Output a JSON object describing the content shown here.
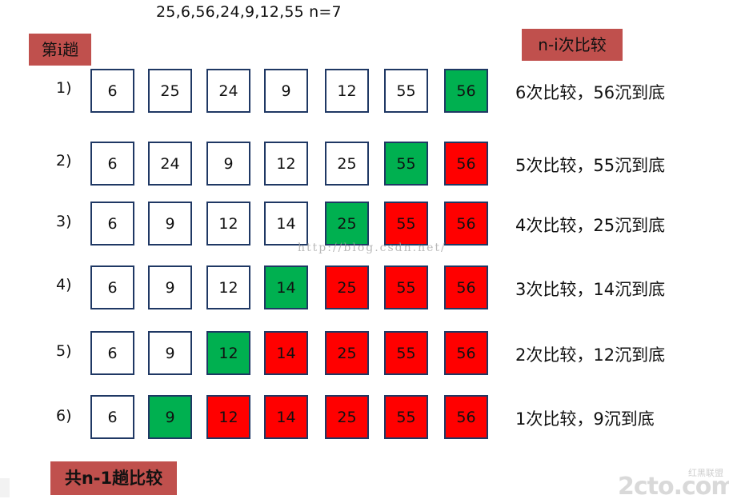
{
  "title": "25,6,56,24,9,12,55  n=7",
  "tag_pass": "第i趟",
  "tag_compare": "n-i次比较",
  "tag_total": "共n-1趟比较",
  "watermark": "http://blog.csdn.net/",
  "brand": {
    "text": "2cto.com",
    "sub": "红黑联盟"
  },
  "colors": {
    "tag": "#c0504d",
    "current": "#00b050",
    "sorted": "#ff0000",
    "border": "#1f3864"
  },
  "rows": [
    {
      "label": "1)",
      "desc": "6次比较，56沉到底",
      "cells": [
        {
          "v": "6",
          "s": ""
        },
        {
          "v": "25",
          "s": ""
        },
        {
          "v": "24",
          "s": ""
        },
        {
          "v": "9",
          "s": ""
        },
        {
          "v": "12",
          "s": ""
        },
        {
          "v": "55",
          "s": ""
        },
        {
          "v": "56",
          "s": "green"
        }
      ]
    },
    {
      "label": "2)",
      "desc": "5次比较，55沉到底",
      "cells": [
        {
          "v": "6",
          "s": ""
        },
        {
          "v": "24",
          "s": ""
        },
        {
          "v": "9",
          "s": ""
        },
        {
          "v": "12",
          "s": ""
        },
        {
          "v": "25",
          "s": ""
        },
        {
          "v": "55",
          "s": "green"
        },
        {
          "v": "56",
          "s": "red"
        }
      ]
    },
    {
      "label": "3)",
      "desc": "4次比较，25沉到底",
      "cells": [
        {
          "v": "6",
          "s": ""
        },
        {
          "v": "9",
          "s": ""
        },
        {
          "v": "12",
          "s": ""
        },
        {
          "v": "14",
          "s": ""
        },
        {
          "v": "25",
          "s": "green"
        },
        {
          "v": "55",
          "s": "red"
        },
        {
          "v": "56",
          "s": "red"
        }
      ]
    },
    {
      "label": "4)",
      "desc": "3次比较，14沉到底",
      "cells": [
        {
          "v": "6",
          "s": ""
        },
        {
          "v": "9",
          "s": ""
        },
        {
          "v": "12",
          "s": ""
        },
        {
          "v": "14",
          "s": "green"
        },
        {
          "v": "25",
          "s": "red"
        },
        {
          "v": "55",
          "s": "red"
        },
        {
          "v": "56",
          "s": "red"
        }
      ]
    },
    {
      "label": "5)",
      "desc": "2次比较，12沉到底",
      "cells": [
        {
          "v": "6",
          "s": ""
        },
        {
          "v": "9",
          "s": ""
        },
        {
          "v": "12",
          "s": "green"
        },
        {
          "v": "14",
          "s": "red"
        },
        {
          "v": "25",
          "s": "red"
        },
        {
          "v": "55",
          "s": "red"
        },
        {
          "v": "56",
          "s": "red"
        }
      ]
    },
    {
      "label": "6)",
      "desc": "1次比较，9沉到底",
      "cells": [
        {
          "v": "6",
          "s": ""
        },
        {
          "v": "9",
          "s": "green"
        },
        {
          "v": "12",
          "s": "red"
        },
        {
          "v": "14",
          "s": "red"
        },
        {
          "v": "25",
          "s": "red"
        },
        {
          "v": "55",
          "s": "red"
        },
        {
          "v": "56",
          "s": "red"
        }
      ]
    }
  ]
}
